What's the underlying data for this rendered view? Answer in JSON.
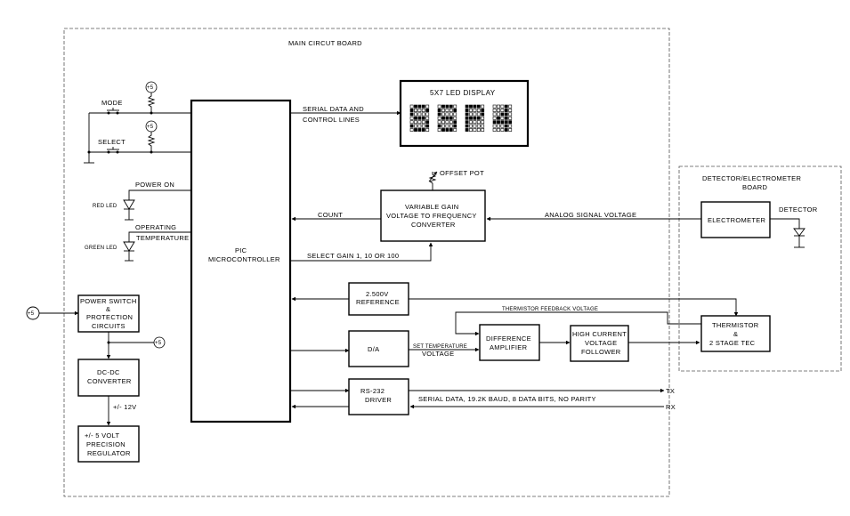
{
  "diagram": {
    "type": "block-diagram",
    "main_board": {
      "title": "MAIN CIRCUT BOARD",
      "switches": [
        {
          "label": "MODE"
        },
        {
          "label": "SELECT"
        }
      ],
      "supply_symbol": "+5",
      "leds": [
        {
          "label": "RED LED",
          "signal": "POWER ON"
        },
        {
          "label": "GREEN LED",
          "signal_line1": "OPERATING",
          "signal_line2": "TEMPERATURE"
        }
      ],
      "microcontroller": {
        "line1": "PIC",
        "line2": "MICROCONTROLLER"
      },
      "led_display": {
        "title": "5X7 LED DISPLAY",
        "link_line1": "SERIAL DATA AND",
        "link_line2": "CONTROL LINES"
      },
      "offset_pot": "OFFSET POT",
      "v2f": {
        "line1": "VARIABLE GAIN",
        "line2": "VOLTAGE TO FREQUENCY",
        "line3": "CONVERTER"
      },
      "count_label": "COUNT",
      "gain_label": "SELECT GAIN 1, 10 OR 100",
      "analog_label": "ANALOG SIGNAL VOLTAGE",
      "reference": {
        "line1": "2.500V",
        "line2": "REFERENCE"
      },
      "thermistor_feedback": "THERMISTOR FEEDBACK VOLTAGE",
      "da": {
        "label": "D/A"
      },
      "set_temp": {
        "line1": "SET TEMPERATURE",
        "line2": "VOLTAGE"
      },
      "diff_amp": {
        "line1": "DIFFERENCE",
        "line2": "AMPLIFIER"
      },
      "follower": {
        "line1": "HIGH CURRENT",
        "line2": "VOLTAGE",
        "line3": "FOLLOWER"
      },
      "rs232": {
        "line1": "RS-232",
        "line2": "DRIVER"
      },
      "serial_label": "SERIAL DATA, 19.2K BAUD, 8 DATA BITS, NO PARITY",
      "tx": "TX",
      "rx": "RX",
      "power_switch": {
        "line1": "POWER SWITCH",
        "line2": "&",
        "line3": "PROTECTION",
        "line4": "CIRCUITS"
      },
      "external_supply": "+5",
      "dcdc": {
        "line1": "DC-DC",
        "line2": "CONVERTER"
      },
      "dcdc_out": "+/-  12V",
      "regulator": {
        "line1": "+/-  5 VOLT",
        "line2": "PRECISION",
        "line3": "REGULATOR"
      }
    },
    "detector_board": {
      "title_line1": "DETECTOR/ELECTROMETER",
      "title_line2": "BOARD",
      "electrometer": "ELECTROMETER",
      "detector": "DETECTOR",
      "thermistor": {
        "line1": "THERMISTOR",
        "line2": "&",
        "line3": "2 STAGE TEC"
      }
    },
    "led_matrix": [
      [
        "01110",
        "01110",
        "11110",
        "00010"
      ],
      [
        "10001",
        "10001",
        "10001",
        "00010"
      ],
      [
        "10000",
        "10000",
        "10001",
        "00110"
      ],
      [
        "01110",
        "01110",
        "11110",
        "01010"
      ],
      [
        "00001",
        "00001",
        "10000",
        "11111"
      ],
      [
        "10001",
        "10001",
        "10000",
        "00010"
      ],
      [
        "01110",
        "01110",
        "10000",
        "00010"
      ]
    ]
  }
}
